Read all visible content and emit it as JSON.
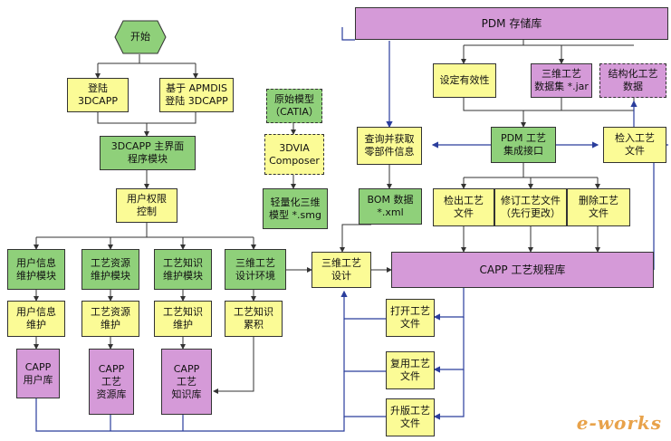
{
  "nodes": {
    "start": "开始",
    "login_3dcapp": "登陆\n3DCAPP",
    "login_apmdis": "基于 APMDIS\n登陆 3DCAPP",
    "main_module": "3DCAPP 主界面\n程序模块",
    "user_perm": "用户权限\n控制",
    "user_info_mod": "用户信息\n维护模块",
    "res_mod": "工艺资源\n维护模块",
    "know_mod": "工艺知识\n维护模块",
    "design_env": "三维工艺\n设计环境",
    "user_info_maint": "用户信息\n维护",
    "res_maint": "工艺资源\n维护",
    "know_maint": "工艺知识\n维护",
    "know_accum": "工艺知识\n累积",
    "capp_user_db": "CAPP\n用户库",
    "capp_res_db": "CAPP\n工艺\n资源库",
    "capp_know_db": "CAPP\n工艺\n知识库",
    "orig_model": "原始模型\n（CATIA）",
    "3dvia": "3DVIA\nComposer",
    "light_model": "轻量化三维\n模型 *.smg",
    "pdm_repo": "PDM 存储库",
    "set_valid": "设定有效性",
    "proc_dataset": "三维工艺\n数据集 *.jar",
    "struct_data": "结构化工艺\n数据",
    "query_parts": "查询并获取\n零部件信息",
    "pdm_interface": "PDM 工艺\n集成接口",
    "checkin": "检入工艺\n文件",
    "bom": "BOM 数据\n*.xml",
    "checkout": "检出工艺\n文件",
    "revise": "修订工艺文件\n（先行更改）",
    "delete": "删除工艺\n文件",
    "design_3d": "三维工艺\n设计",
    "capp_repo": "CAPP 工艺规程库",
    "open_file": "打开工艺\n文件",
    "reuse_file": "复用工艺\n文件",
    "upgrade_file": "升版工艺\n文件"
  },
  "watermark": "e-works",
  "colors": {
    "green": "#8fd07a",
    "yellow": "#fbfb96",
    "purple": "#d59ad8",
    "blue_line": "#2a3d9c"
  }
}
